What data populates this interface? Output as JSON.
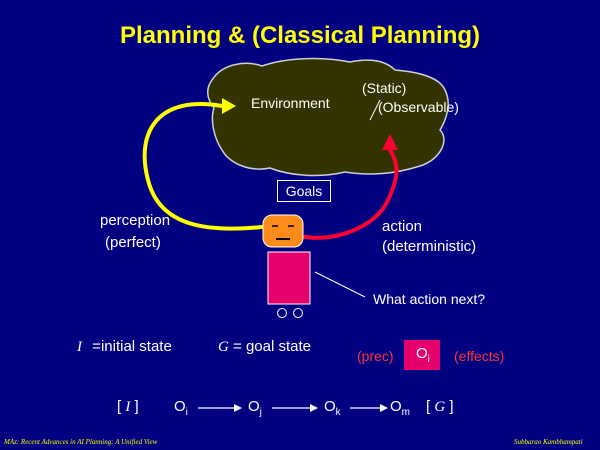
{
  "slide": {
    "title": "Planning &  (Classical Planning)",
    "environment": {
      "label": "Environment",
      "static": "(Static)",
      "observable": "(Observable)"
    },
    "goals": "Goals",
    "perception": {
      "label": "perception",
      "qualifier": "(perfect)"
    },
    "action": {
      "label": "action",
      "qualifier": "(deterministic)"
    },
    "question": "What action next?",
    "initial_state": {
      "symbol": "I",
      "eq": "=",
      "text": "initial state"
    },
    "goal_state": {
      "symbol": "G",
      "eq": "=",
      "text": "goal state"
    },
    "operator": {
      "prec": "(prec)",
      "name": "O",
      "sub": "i",
      "effects": "(effects)"
    },
    "sequence": {
      "start_open": "[",
      "start_symbol": "I",
      "start_close": "]",
      "ops": [
        {
          "name": "O",
          "sub": "i"
        },
        {
          "name": "O",
          "sub": "j"
        },
        {
          "name": "O",
          "sub": "k"
        },
        {
          "name": "O",
          "sub": "m"
        }
      ],
      "end_open": "[",
      "end_symbol": "G",
      "end_close": "]"
    },
    "footer_left": "MAz: Recent Advances in AI Planning: A Unified View",
    "footer_right": "Subbarao Kambhampati"
  },
  "colors": {
    "background": "#000080",
    "title": "#ffff00",
    "environment": "#333300",
    "agent": "#e6006e",
    "perception_arrow": "#ffff00",
    "action_arrow": "#ff0033",
    "op_box": "#e6006e"
  }
}
